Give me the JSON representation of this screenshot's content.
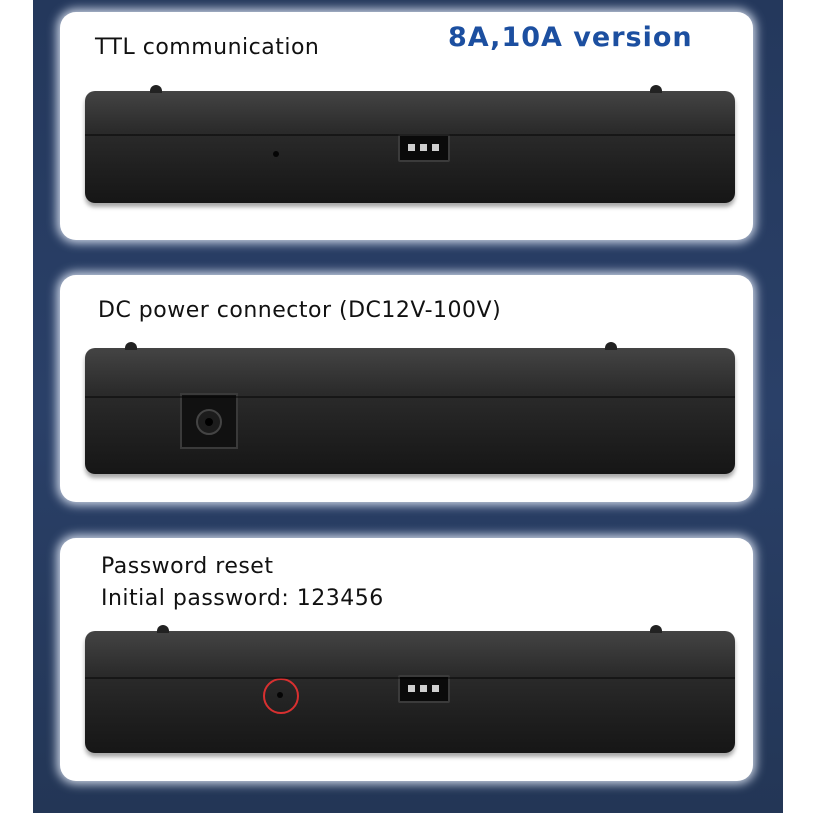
{
  "panels": [
    {
      "label": "TTL communication",
      "badge": "8A,10A version"
    },
    {
      "label": "DC power connector (DC12V-100V)"
    },
    {
      "label_line1": "Password reset",
      "label_line2": "Initial password: 123456"
    }
  ],
  "colors": {
    "background": "#24385c",
    "card": "#ffffff",
    "badge_text": "#1c4fa0",
    "device_body": "#1f1f1f",
    "reset_marker": "#d83030"
  }
}
